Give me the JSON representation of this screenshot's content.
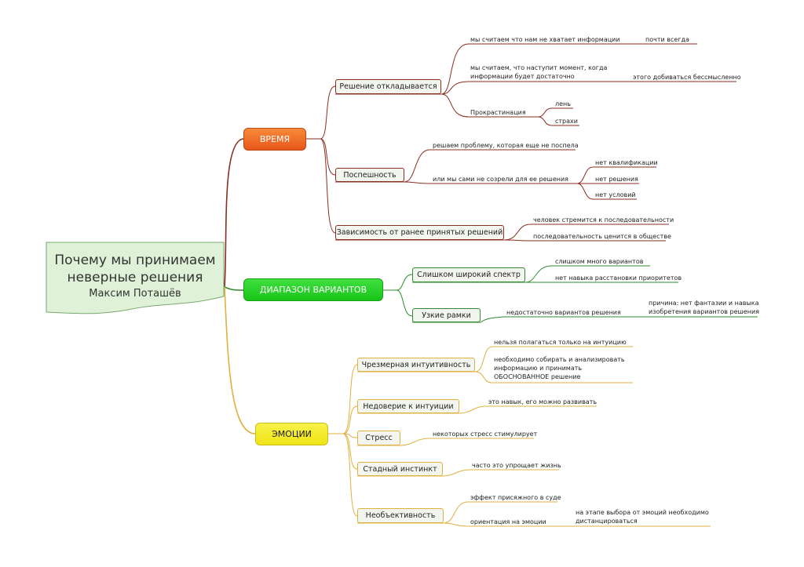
{
  "root": {
    "title_line1": "Почему мы принимаем",
    "title_line2": "неверные решения",
    "author": "Максим Поташёв"
  },
  "colors": {
    "time": "#8b2e22",
    "range": "#2e8b2e",
    "emotions": "#e0b040",
    "time_fill": "#f26a1b",
    "range_fill": "#22cc22",
    "emotions_fill": "#f5ec1e",
    "root_fill": "#dff2d8"
  },
  "branches": {
    "time": {
      "label": "ВРЕМЯ",
      "decision_postponed": {
        "label": "Решение откладывается",
        "lack_info": "мы считаем что нам не хватает информации",
        "almost_always": "почти всегда",
        "moment_line1": "мы считаем, что наступит момент, когда",
        "moment_line2": "информации будет достаточно",
        "pointless": "этого добиваться бессмысленно",
        "procrastination": "Прокрастинация",
        "laziness": "лень",
        "fears": "страхи"
      },
      "haste": {
        "label": "Поспешность",
        "solving_unripe": "решаем проблему, которая еще не поспела",
        "not_ready": "или мы сами не созрели для ее решения",
        "no_qualification": "нет квалификации",
        "no_solution": "нет решения",
        "no_conditions": "нет условий"
      },
      "dependency": {
        "label": "Зависимость от ранее принятых решений",
        "consistency_strive": "человек стремится к последовательности",
        "consistency_valued": "последовательность ценится в обществе"
      }
    },
    "range": {
      "label": "ДИАПАЗОН ВАРИАНТОВ",
      "too_wide": {
        "label": "Слишком широкий спектр",
        "too_many": "слишком много вариантов",
        "no_priority": "нет навыка расстановки приоритетов"
      },
      "narrow": {
        "label": "Узкие рамки",
        "not_enough": "недостаточно  вариантов решения",
        "reason_line1": "причина: нет фантазии и навыка",
        "reason_line2": "изобретения вариантов решения"
      }
    },
    "emotions": {
      "label": "ЭМОЦИИ",
      "intuitive": {
        "label": "Чрезмерная интуитивность",
        "cannot_rely": "нельзя полагаться только на интуицию",
        "need_line1": "необходимо собирать и анализировать",
        "need_line2": "информацию и принимать",
        "need_line3": "ОБОСНОВАННОЕ решение"
      },
      "distrust": {
        "label": "Недоверие к интуиции",
        "skill": "это навык, его можно развивать"
      },
      "stress": {
        "label": "Стресс",
        "stimulates": "некоторых стресс стимулирует"
      },
      "herd": {
        "label": "Стадный инстинкт",
        "simplifies": "часто это упрощает жизнь"
      },
      "bias": {
        "label": "Необъективность",
        "jury": "эффект присяжного в суде",
        "orientation": "ориентация на эмоции",
        "distance_line1": "на этапе выбора от эмоций необходимо",
        "distance_line2": "дистанцироваться"
      }
    }
  }
}
